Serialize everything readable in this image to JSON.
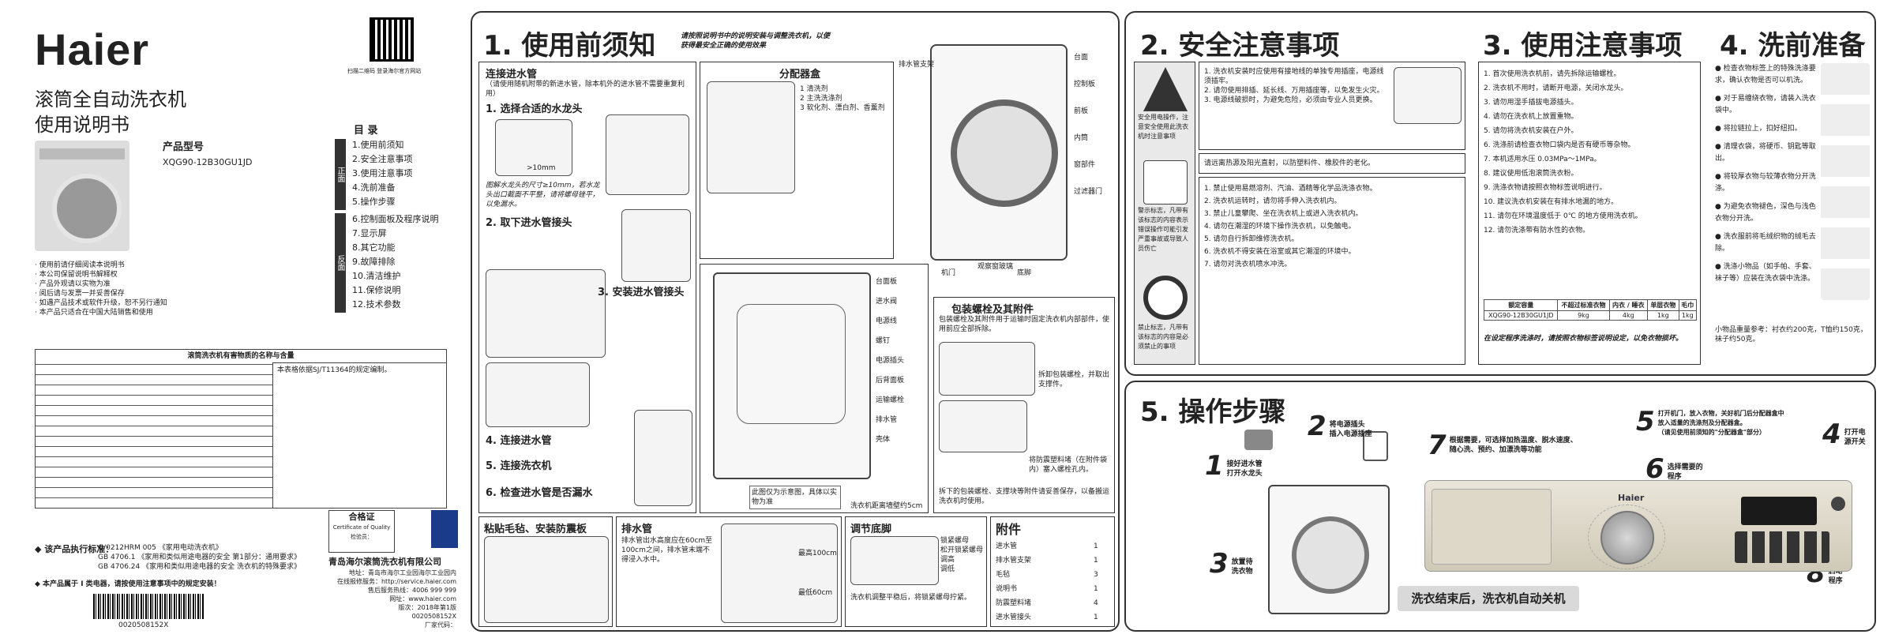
{
  "cover": {
    "brand": "Haier",
    "title1": "滚筒全自动洗衣机",
    "title2": "使用说明书",
    "model_label": "产品型号",
    "model": "XQG90-12B30GU1JD",
    "qr_caption": "扫描二维码 登录海尔官方网站",
    "notes": [
      "· 使用前请仔细阅读本说明书",
      "· 本公司保留说明书解释权",
      "· 产品外观请以实物为准",
      "· 阅后请与发票一并妥善保存",
      "· 如遇产品技术或软件升级，恕不另行通知",
      "· 本产品只适合在中国大陆销售和使用"
    ],
    "toc_title": "目 录",
    "toc_front_label": "正面",
    "toc_back_label": "反面",
    "toc_front": [
      "1.使用前须知",
      "2.安全注意事项",
      "3.使用注意事项",
      "4.洗前准备",
      "5.操作步骤"
    ],
    "toc_back": [
      "6.控制面板及程序说明",
      "7.显示屏",
      "8.其它功能",
      "9.故障排除",
      "10.清洁维护",
      "11.保修说明",
      "12.技术参数"
    ],
    "hazard_table_title": "滚筒洗衣机有害物质的名称与含量",
    "hazard_table_note": "本表格依据SJ/T11364的规定编制。",
    "standards_label": "◆ 该产品执行标准：",
    "standards": [
      "Q/0212HRM 005 《家用电动洗衣机》",
      "GB 4706.1 《家用和类似用途电器的安全 第1部分：通用要求》",
      "GB 4706.24 《家用和类似用途电器的安全 洗衣机的特殊要求》"
    ],
    "license_note": "◆ 本产品属于 I 类电器，请按使用注意事项中的规定安装！",
    "cert_title": "合格证",
    "cert_sub": "Certificate of Quality",
    "cert_inspector": "检验员：",
    "company": "青岛海尔滚筒洗衣机有限公司",
    "address": "地址：青岛市海尔工业园海尔工业园内",
    "website": "在线报修服务：http://service.haier.com",
    "service_hotline": "售后服务热线：4006 999 999",
    "website2": "网址：www.haier.com",
    "version": "版次：2018年第1版",
    "part_no": "0020508152X",
    "made_in": "厂家代码：",
    "barcode": "0020508152X"
  },
  "sec1": {
    "title": "1. 使用前须知",
    "intro": "请按照说明书中的说明安装与调整洗衣机，以便获得最安全正确的使用效果",
    "water_inlet_title": "连接进水管",
    "water_inlet_note": "（请使用随机附带的新进水管，除本机外的进水管不需要重复利用）",
    "step1": "1. 选择合适的水龙头",
    "step2": "2. 取下进水管接头",
    "step3": "3. 安装进水管接头",
    "step4": "4. 连接进水管",
    "step5": "5. 连接洗衣机",
    "step6": "6. 检查进水管是否漏水",
    "measure": ">10mm",
    "tap_note": "图解水龙头的尺寸≥10mm，若水龙头出口截面不平整，请将螺母锉平，以免漏水。",
    "detergent_title": "分配器盒",
    "detergent_items": [
      "1 清洗剂",
      "2 主洗洗涤剂",
      "3 软化剂、漂白剂、香薰剂"
    ],
    "parts": [
      "台面",
      "控制板",
      "前板",
      "内筒",
      "窗部件",
      "过滤器门",
      "机门",
      "观察窗玻璃",
      "底脚",
      "排水管支架"
    ],
    "back_parts": [
      "台面板",
      "进水阀",
      "电源线",
      "螺钉",
      "电源插头",
      "后背面板",
      "运输螺栓",
      "排水管",
      "壳体"
    ],
    "back_note": "此图仅为示意图，具体以实物为准",
    "back_size": "洗衣机距离墙壁约5cm",
    "package_title": "包装螺栓及其附件",
    "package_note": "包装螺栓及其附件用于运输时固定洗衣机内部部件，使用前应全部拆除。",
    "package_step1": "拆卸包装螺栓，并取出支撑件。",
    "package_step2": "将防震塑料堵（在附件袋内）塞入螺栓孔内。",
    "package_note2": "拆下的包装螺栓、支撑块等附件请妥善保存，以备搬运洗衣机时使用。",
    "stick_title": "粘贴毛毡、安装防震板",
    "drain_title": "排水管",
    "drain_note": "排水管出水高度应在60cm至100cm之间，排水管末端不得浸入水中。",
    "drain_labels": [
      "最高100cm",
      "最低60cm"
    ],
    "level_title": "调节底脚",
    "level_labels": [
      "锁紧螺母",
      "松开锁紧螺母",
      "调高",
      "调低"
    ],
    "level_note": "洗衣机调整平稳后，将锁紧螺母拧紧。",
    "accessories_title": "附件",
    "accessories": [
      "进水管",
      "排水管支架",
      "毛毡",
      "说明书",
      "防震塑料堵",
      "进水管接头"
    ],
    "accessories_qty": [
      "1",
      "1",
      "3",
      "1",
      "4",
      "1"
    ]
  },
  "sec2": {
    "title": "2. 安全注意事项",
    "intro_text": "安全用电操作，注意安全使用此洗衣机时注意事项",
    "warn_text": "警示标志，凡带有该标志的内容表示错误操作可能引发严重事故或导致人员伤亡",
    "forbid_text": "禁止标志，凡带有该标志的内容是必须禁止的事项",
    "power_line": "请远离热源及阳光直射，以防塑料件、橡胶件的老化。",
    "items": [
      "1. 洗衣机安装时应使用有接地线的单独专用插座，电源线须插牢。",
      "2. 请勿使用排插、延长线、万用插座等，以免发生火灾。",
      "3. 电源线破损时，为避免危险，必须由专业人员更换。"
    ],
    "items_forbid": [
      "1. 禁止使用易燃溶剂、汽油、酒精等化学品洗涤衣物。",
      "2. 洗衣机运转时，请勿将手伸入洗衣机内。",
      "3. 禁止儿童攀爬、坐在洗衣机上或进入洗衣机内。",
      "4. 请勿在潮湿的环境下操作洗衣机，以免触电。",
      "5. 请勿自行拆卸维修洗衣机。",
      "6. 洗衣机不得安装在浴室或其它潮湿的环境中。",
      "7. 请勿对洗衣机喷水冲洗。"
    ]
  },
  "sec3": {
    "title": "3. 使用注意事项",
    "items": [
      "1. 首次使用洗衣机前，请先拆除运输螺栓。",
      "2. 洗衣机不用时，请断开电源，关闭水龙头。",
      "3. 请勿用湿手插拔电源插头。",
      "4. 请勿在洗衣机上放置重物。",
      "5. 请勿将洗衣机安装在户外。",
      "6. 洗涤前请检查衣物口袋内是否有硬币等杂物。",
      "7. 本机适用水压 0.03MPa～1MPa。",
      "8. 建议使用低泡滚筒洗衣粉。",
      "9. 洗涤衣物请按照衣物标签说明进行。",
      "10. 建议洗衣机安装在有排水地漏的地方。",
      "11. 请勿在环境温度低于 0℃ 的地方使用洗衣机。",
      "12. 请勿洗涤带有防水性的衣物。"
    ],
    "table_headers": [
      "额定容量",
      "不超过标准衣物",
      "内衣 / 睡衣",
      "单层衣物",
      "毛巾"
    ],
    "table_row": [
      "XQG90-12B30GU1JD",
      "9kg",
      "4kg",
      "1kg",
      "1kg"
    ],
    "tip": "在设定程序洗涤时，请按照衣物标签说明设定，以免衣物损坏。"
  },
  "sec4": {
    "title": "4. 洗前准备",
    "items": [
      "● 检查衣物标签上的特殊洗涤要求，确认衣物是否可以机洗。",
      "● 对于易缠绕衣物，请装入洗衣袋中。",
      "● 将拉链拉上，扣好纽扣。",
      "● 清理衣袋，将硬币、钥匙等取出。",
      "● 将较厚衣物与较薄衣物分开洗涤。",
      "● 为避免衣物褪色，深色与浅色衣物分开洗。",
      "● 洗衣服前将毛绒织物的绒毛去除。",
      "● 洗涤小物品（如手帕、手套、袜子等）应装在洗衣袋中洗涤。"
    ],
    "load_note": "小物品重量参考：衬衣约200克，T恤约150克，袜子约50克。"
  },
  "sec5": {
    "title": "5. 操作步骤",
    "steps": [
      {
        "num": "1",
        "text": "接好进水管\n打开水龙头"
      },
      {
        "num": "2",
        "text": "将电源插头\n插入电源插座"
      },
      {
        "num": "3",
        "text": "放置待\n洗衣物"
      },
      {
        "num": "4",
        "text": "打开电\n源开关"
      },
      {
        "num": "5",
        "text": "打开机门，放入衣物，关好机门后分配器盒中\n放入适量的洗涤剂及分配器盒。\n（请见使用前须知的\"分配器盒\"部分）"
      },
      {
        "num": "6",
        "text": "选择需要的\n程序"
      },
      {
        "num": "7",
        "text": "根据需要，可选择加热温度、脱水速度、\n随心洗、预约、加漂洗等功能"
      },
      {
        "num": "8",
        "text": "启动\n程序"
      }
    ],
    "finish": "洗衣结束后，洗衣机自动关机",
    "panel_brand": "Haier"
  }
}
